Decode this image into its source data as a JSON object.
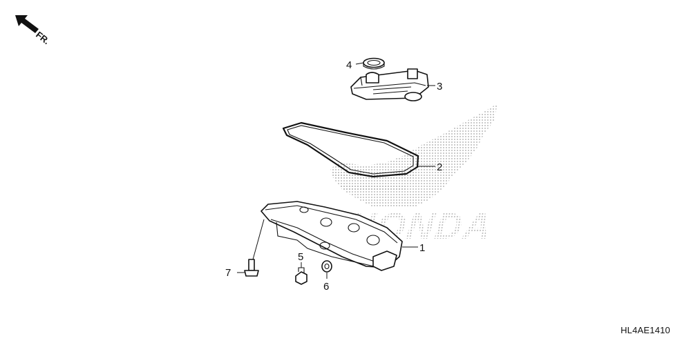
{
  "direction_label": "FR.",
  "diagram_code": "HL4AE1410",
  "watermark_text": "HONDA",
  "callouts": [
    "1",
    "2",
    "3",
    "4",
    "5",
    "6",
    "7"
  ],
  "colors": {
    "line": "#111111",
    "watermark_dots": "#9a9a9a",
    "background": "#ffffff"
  }
}
